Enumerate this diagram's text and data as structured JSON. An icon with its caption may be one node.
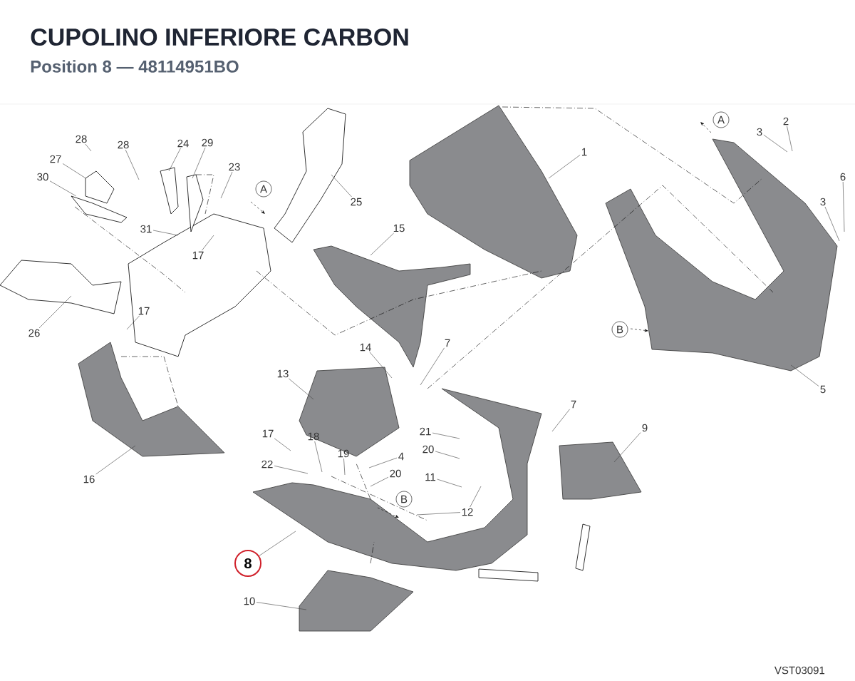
{
  "diagram": {
    "title": "CUPOLINO INFERIORE CARBON",
    "nodes": [
      {
        "text": [
          "1"
        ]
      },
      {
        "text": [
          "2"
        ]
      },
      {
        "text": [
          "3"
        ]
      },
      {
        "text": [
          "3"
        ]
      },
      {
        "text": [
          "6"
        ]
      },
      {
        "text": [
          "5"
        ]
      },
      {
        "text": [
          "7"
        ]
      },
      {
        "text": [
          "7"
        ]
      },
      {
        "text": [
          "9"
        ]
      },
      {
        "text": [
          "4"
        ]
      },
      {
        "text": [
          "11"
        ]
      },
      {
        "text": [
          "12"
        ]
      },
      {
        "text": [
          "13"
        ]
      },
      {
        "text": [
          "14"
        ]
      },
      {
        "text": [
          "15"
        ]
      },
      {
        "text": [
          "16"
        ]
      },
      {
        "text": [
          "17"
        ]
      },
      {
        "text": [
          "17"
        ]
      },
      {
        "text": [
          "17"
        ]
      },
      {
        "text": [
          "18"
        ]
      },
      {
        "text": [
          "19"
        ]
      },
      {
        "text": [
          "20"
        ]
      },
      {
        "text": [
          "20"
        ]
      },
      {
        "text": [
          "21"
        ]
      },
      {
        "text": [
          "22"
        ]
      },
      {
        "text": [
          "23"
        ]
      },
      {
        "text": [
          "24"
        ]
      },
      {
        "text": [
          "25"
        ]
      },
      {
        "text": [
          "26"
        ]
      },
      {
        "text": [
          "27"
        ]
      },
      {
        "text": [
          "28"
        ]
      },
      {
        "text": [
          "28"
        ]
      },
      {
        "text": [
          "29"
        ]
      },
      {
        "text": [
          "30"
        ]
      },
      {
        "text": [
          "31"
        ]
      },
      {
        "text": [
          "8"
        ]
      },
      {
        "text": [
          "10"
        ]
      },
      {
        "text": [],
        "shape": "picture"
      },
      {
        "text": [],
        "shape": "picture"
      }
    ],
    "edges": [
      {
        "from": 0,
        "to": null,
        "arrow": "none"
      },
      {
        "from": 1,
        "to": null,
        "arrow": "none"
      },
      {
        "from": 2,
        "to": null,
        "arrow": "none"
      },
      {
        "from": 3,
        "to": null,
        "arrow": "none"
      },
      {
        "from": 4,
        "to": null,
        "arrow": "none"
      },
      {
        "from": 5,
        "to": null,
        "arrow": "none"
      },
      {
        "from": 6,
        "to": null,
        "arrow": "none"
      },
      {
        "from": 7,
        "to": null,
        "arrow": "none"
      },
      {
        "from": 8,
        "to": null,
        "arrow": "none"
      },
      {
        "from": 9,
        "to": null,
        "arrow": "none"
      },
      {
        "from": 10,
        "to": null,
        "arrow": "none"
      },
      {
        "from": 11,
        "to": null,
        "arrow": "none"
      },
      {
        "from": 11,
        "to": null,
        "arrow": "none"
      },
      {
        "from": 12,
        "to": null,
        "arrow": "none"
      },
      {
        "from": 13,
        "to": null,
        "arrow": "none"
      },
      {
        "from": 14,
        "to": null,
        "arrow": "none"
      },
      {
        "from": 15,
        "to": null,
        "arrow": "none"
      },
      {
        "from": 16,
        "to": null,
        "arrow": "none"
      },
      {
        "from": 17,
        "to": null,
        "arrow": "none"
      },
      {
        "from": 18,
        "to": null,
        "arrow": "none"
      },
      {
        "from": 19,
        "to": null,
        "arrow": "none"
      },
      {
        "from": 20,
        "to": null,
        "arrow": "none"
      },
      {
        "from": 21,
        "to": null,
        "arrow": "none"
      },
      {
        "from": 22,
        "to": null,
        "arrow": "none"
      },
      {
        "from": 23,
        "to": null,
        "arrow": "none"
      },
      {
        "from": 24,
        "to": null,
        "arrow": "none"
      },
      {
        "from": 25,
        "to": null,
        "arrow": "none"
      },
      {
        "from": 26,
        "to": null,
        "arrow": "none"
      },
      {
        "from": 27,
        "to": null,
        "arrow": "none"
      },
      {
        "from": 28,
        "to": null,
        "arrow": "none"
      },
      {
        "from": 29,
        "to": 37,
        "arrow": "none"
      },
      {
        "from": 30,
        "to": null,
        "arrow": "none"
      },
      {
        "from": 31,
        "to": null,
        "arrow": "none"
      },
      {
        "from": 32,
        "to": null,
        "arrow": "none"
      },
      {
        "from": 33,
        "to": 38,
        "arrow": "none"
      },
      {
        "from": 34,
        "to": null,
        "arrow": "none"
      },
      {
        "from": 35,
        "to": null,
        "arrow": "none"
      },
      {
        "from": 36,
        "to": null,
        "arrow": "none"
      }
    ],
    "labels": [
      "Position 8 — 48114951BO",
      "A",
      "A",
      "B",
      "B",
      "VST03091"
    ]
  }
}
